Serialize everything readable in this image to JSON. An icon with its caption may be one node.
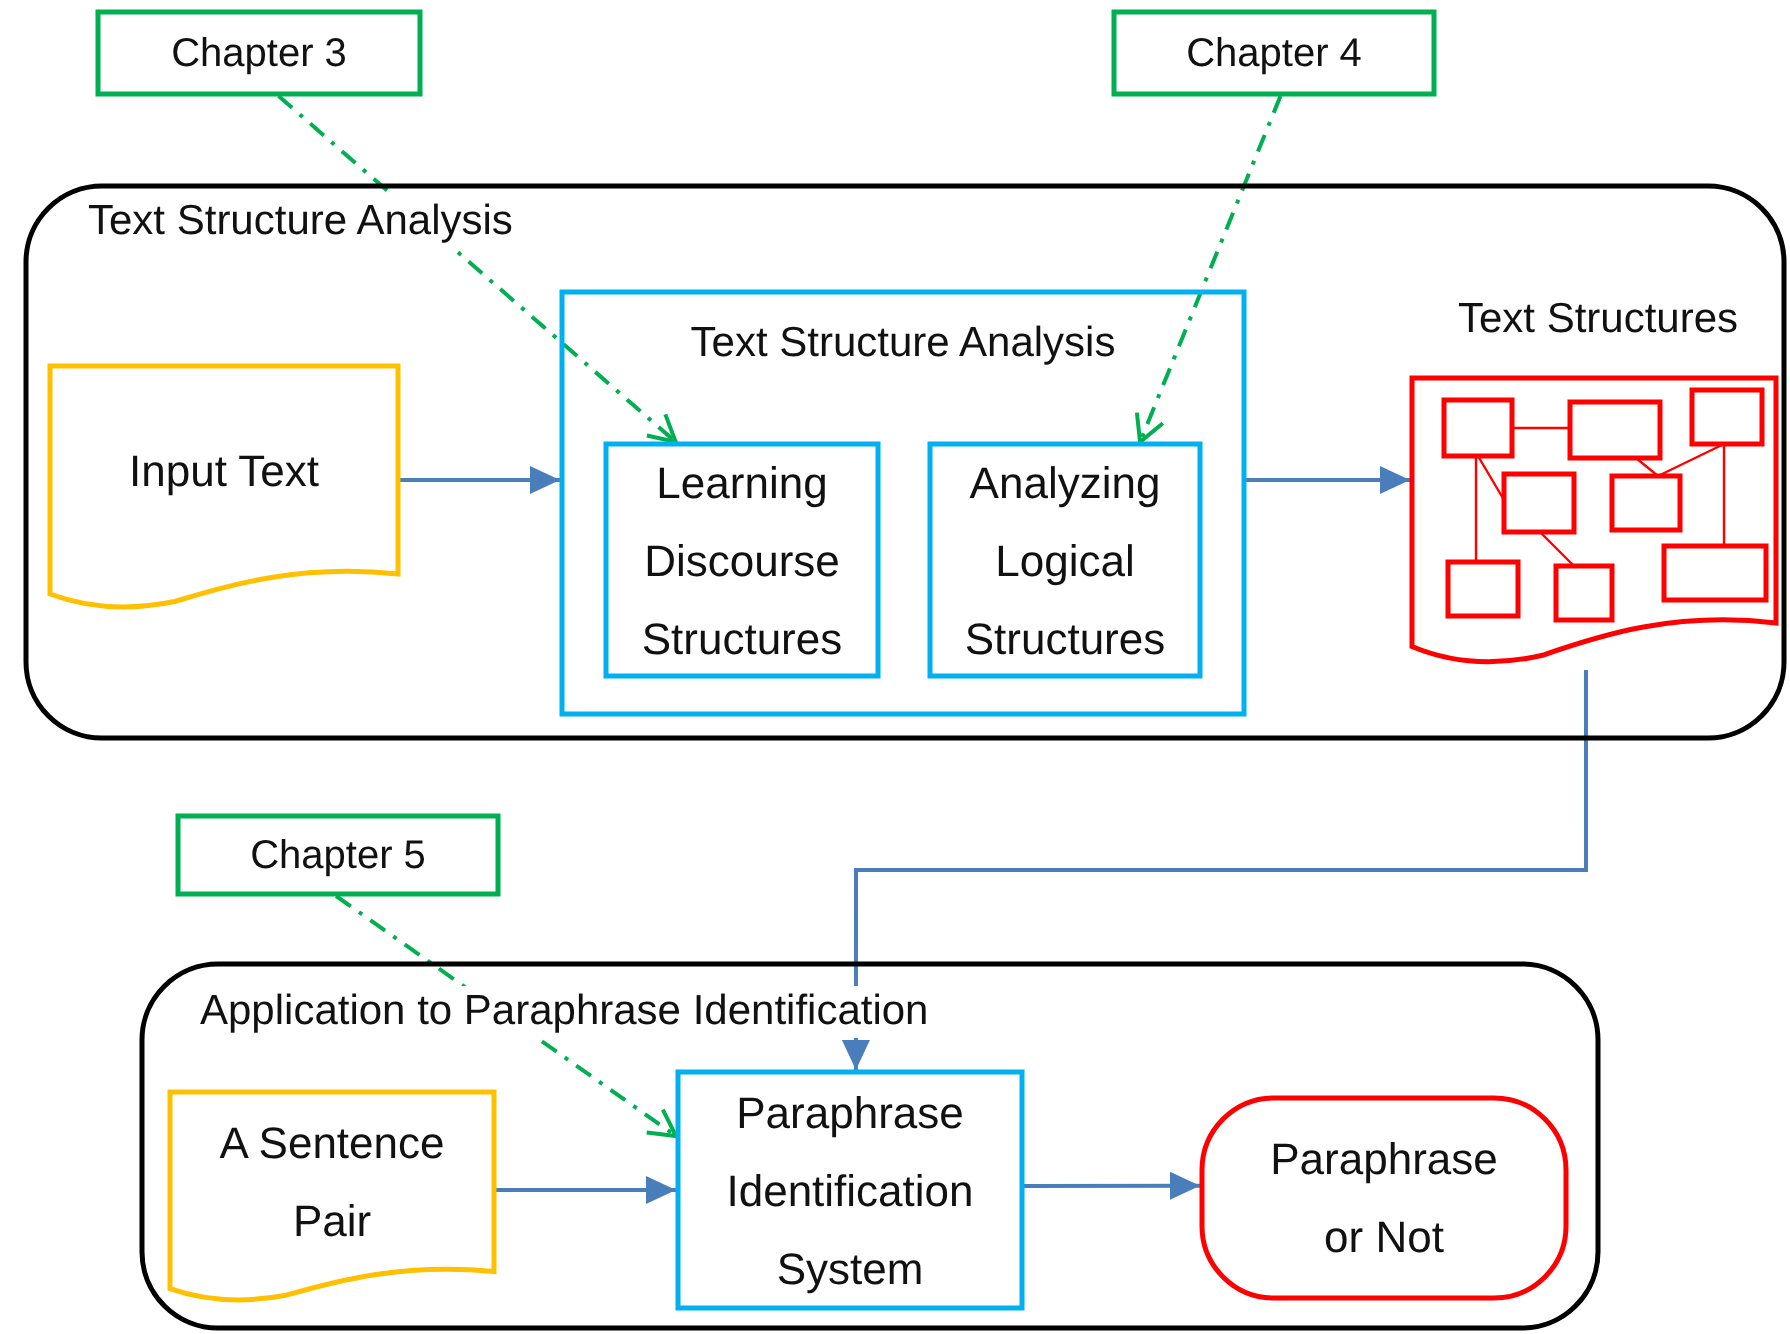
{
  "diagram": {
    "nodes": [
      {
        "text": [
          "Chapter 3"
        ]
      },
      {
        "text": [
          "Chapter 4"
        ]
      },
      {
        "text": [
          "Text Structure Analysis"
        ]
      },
      {
        "text": [
          "Text Structure Analysis"
        ],
        "in": 2
      },
      {
        "text": [
          "Input Text"
        ],
        "in": 2
      },
      {
        "text": [
          "Learning Discourse Structures"
        ],
        "in": 3
      },
      {
        "text": [
          "Analyzing Logical Structures"
        ],
        "in": 3
      },
      {
        "text": [
          "Text Structures"
        ],
        "in": 2
      },
      {
        "text": [
          "Chapter 5"
        ]
      },
      {
        "text": [
          "Application to Paraphrase Identification"
        ]
      },
      {
        "text": [
          "A Sentence Pair"
        ],
        "in": 9
      },
      {
        "text": [
          "Paraphrase Identification System"
        ],
        "in": 9
      },
      {
        "text": [
          "Paraphrase or Not"
        ],
        "in": 9
      }
    ],
    "edges": [
      {
        "from": 0,
        "to": 5,
        "arrow": "to",
        "style": "dashed",
        "color": "#00b050"
      },
      {
        "from": 1,
        "to": 6,
        "arrow": "to",
        "style": "dashed",
        "color": "#00b050"
      },
      {
        "from": 4,
        "to": 3,
        "arrow": "to"
      },
      {
        "from": 3,
        "to": 7,
        "arrow": "to"
      },
      {
        "from": 7,
        "to": 11,
        "arrow": "to"
      },
      {
        "from": 8,
        "to": 11,
        "arrow": "to",
        "style": "dashed",
        "color": "#00b050"
      },
      {
        "from": 10,
        "to": 11,
        "arrow": "to"
      },
      {
        "from": 11,
        "to": 12,
        "arrow": "to"
      }
    ]
  }
}
